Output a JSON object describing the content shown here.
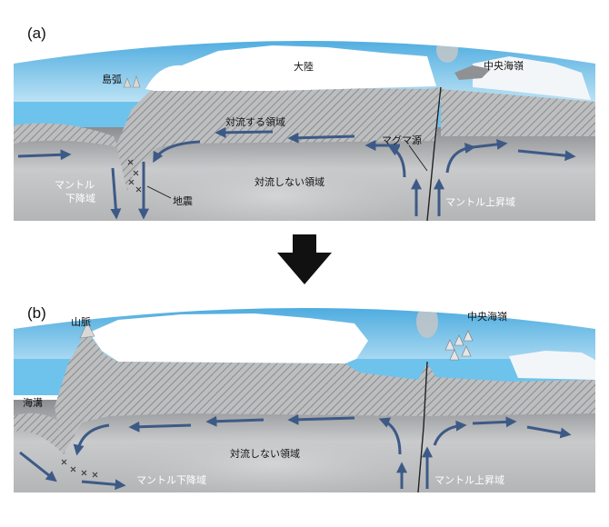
{
  "panel_a": {
    "tag": "(a)",
    "labels": {
      "island_arc": "島弧",
      "continent": "大陸",
      "mid_ocean_ridge": "中央海嶺",
      "convecting_region": "対流する領域",
      "magma_source": "マグマ源",
      "mantle_downwelling": [
        "マントル",
        "下降域"
      ],
      "earthquake": "地震",
      "non_convecting_region": "対流しない領域",
      "mantle_upwelling": "マントル上昇域"
    }
  },
  "panel_b": {
    "tag": "(b)",
    "labels": {
      "mountain_range": "山脈",
      "mid_ocean_ridge": "中央海嶺",
      "trench": "海溝",
      "non_convecting_region": "対流しない領域",
      "mantle_downwelling": "マントル下降域",
      "mantle_upwelling": "マントル上昇域"
    }
  },
  "colors": {
    "sky_top": "#2a9ad8",
    "sky_bottom": "#d8f0fb",
    "ocean": "#6ec3ec",
    "lithosphere": "#a9aaac",
    "mantle_dark": "#6e7073",
    "mantle_light": "#c6c7c9",
    "arrow": "#3d5a86"
  }
}
